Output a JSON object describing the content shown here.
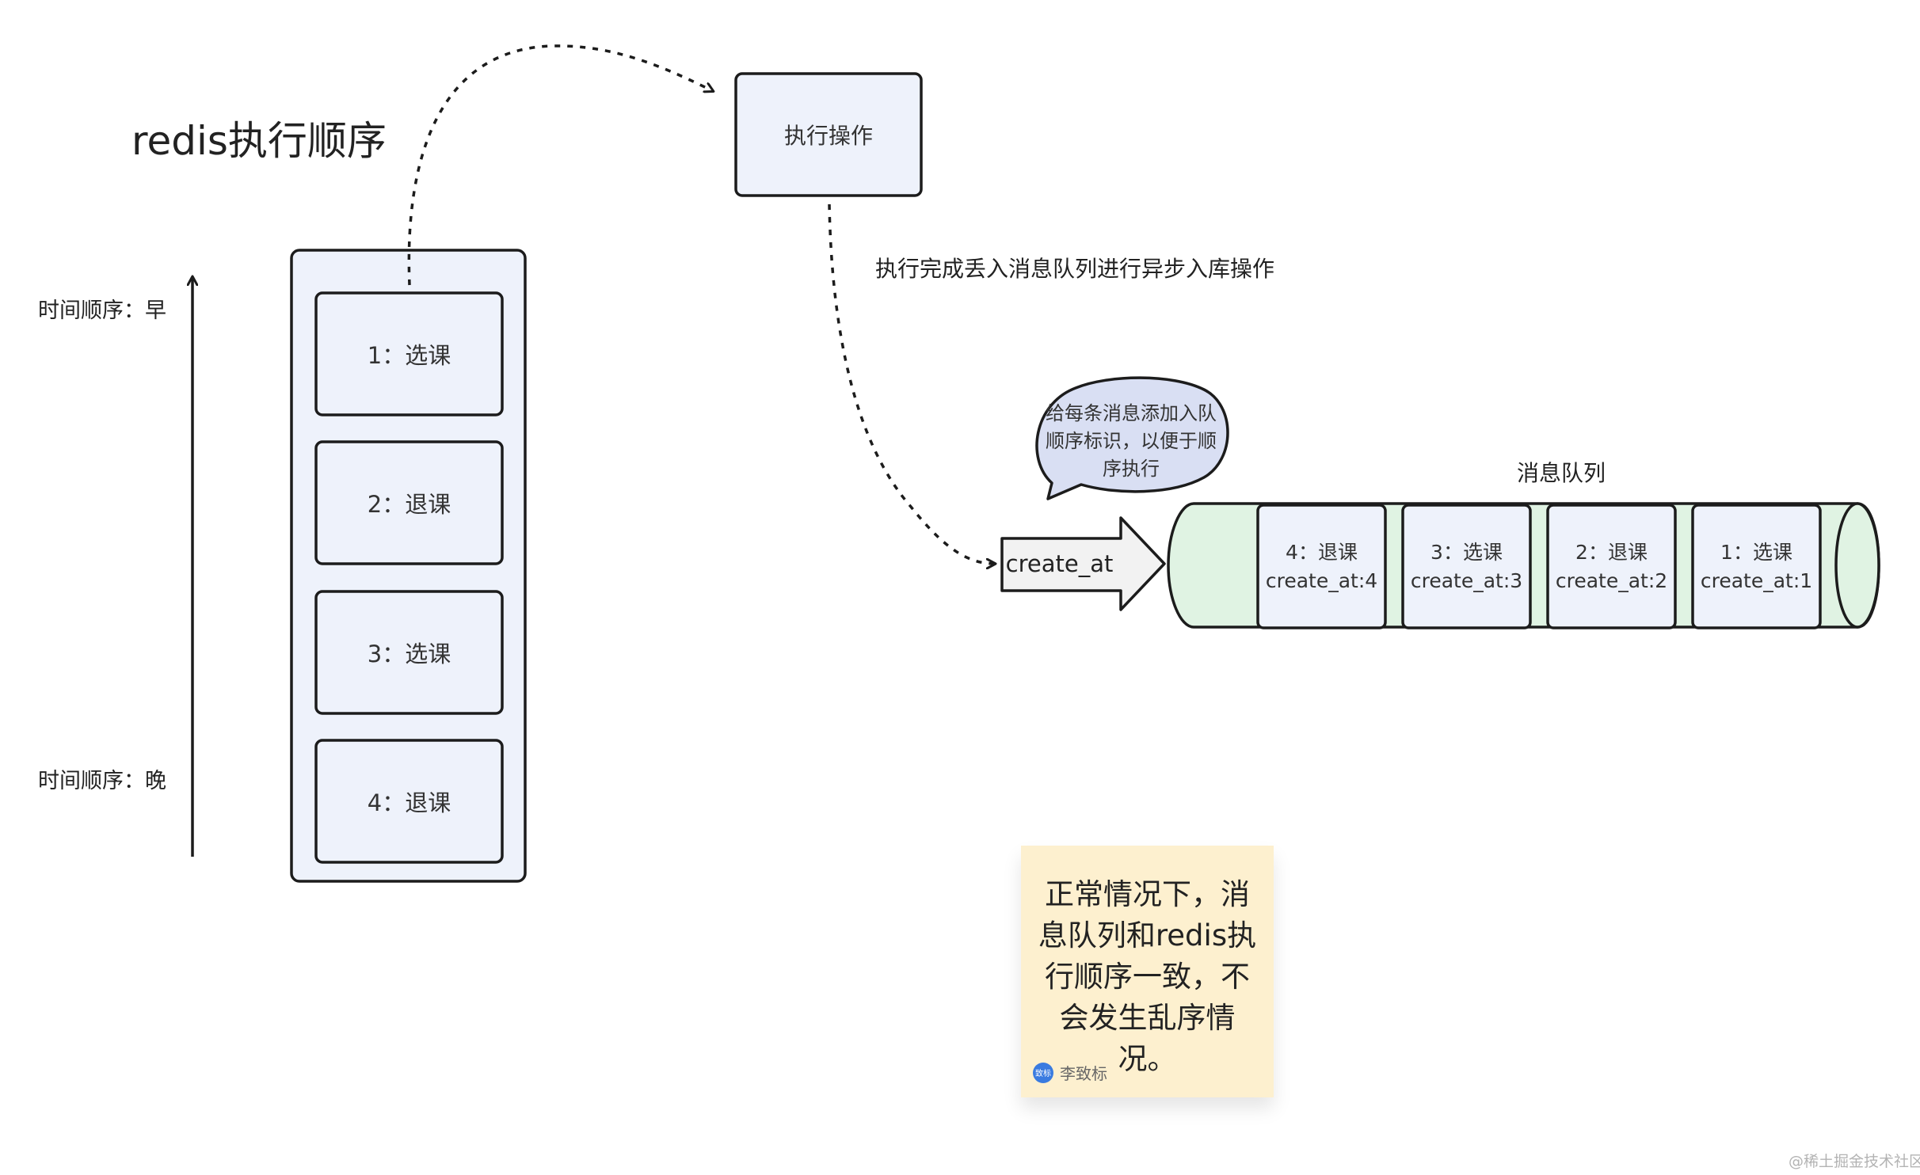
{
  "title": "redis执行顺序",
  "timeline": {
    "early_label": "时间顺序：早",
    "late_label": "时间顺序：晚"
  },
  "redis_tasks": [
    {
      "label": "1：选课"
    },
    {
      "label": "2：退课"
    },
    {
      "label": "3：选课"
    },
    {
      "label": "4：退课"
    }
  ],
  "execute_box": {
    "label": "执行操作"
  },
  "mq_description": "执行完成丢入消息队列进行异步入库操作",
  "bubble": {
    "text": "给每条消息添加入队顺序标识，以便于顺序执行"
  },
  "arrow_label": "create_at",
  "message_queue": {
    "title": "消息队列",
    "items": [
      {
        "op": "4：退课",
        "meta": "create_at:4"
      },
      {
        "op": "3：选课",
        "meta": "create_at:3"
      },
      {
        "op": "2：退课",
        "meta": "create_at:2"
      },
      {
        "op": "1：选课",
        "meta": "create_at:1"
      }
    ]
  },
  "note": {
    "text": "正常情况下，消息队列和redis执行顺序一致，不会发生乱序情况。",
    "author": "李致标",
    "avatar_text": "致标"
  },
  "watermark": "@稀土掘金技术社区",
  "colors": {
    "box_fill": "#eef2fb",
    "bubble_fill": "#d9dff3",
    "cylinder_fill": "#e0f3e3",
    "arrow_fill": "#f2f2f2",
    "note_fill": "#fdf0cf",
    "stroke": "#1c1c1c"
  }
}
